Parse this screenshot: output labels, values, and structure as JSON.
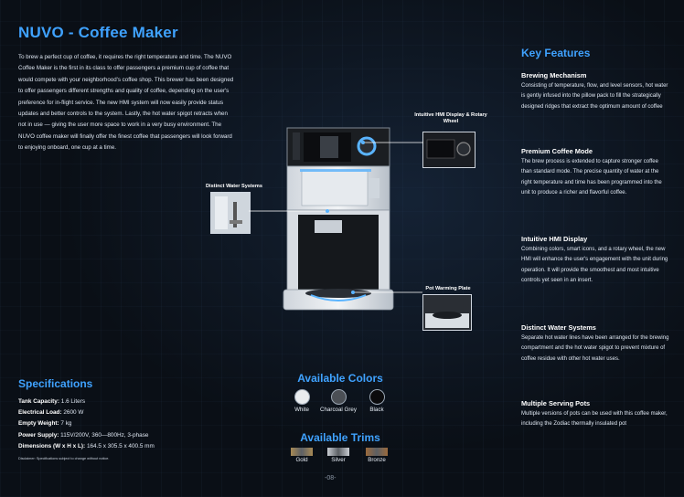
{
  "title": "NUVO - Coffee Maker",
  "intro": "To brew a perfect cup of coffee, it requires the right temperature and time. The NUVO Coffee Maker is the first in its class to offer passengers a premium cup of coffee that would compete with your neighborhood's coffee shop. This brewer has been designed to offer passengers different strengths and quality of coffee, depending on the user's preference for in-flight service. The new HMI system will now easily provide status updates and better controls to the system. Lastly, the hot water spigot retracts when not in use — giving the user more space to work in a very busy environment. The NUVO coffee maker will finally offer the finest coffee that passengers will look forward to enjoying onboard, one cup at a time.",
  "callouts": {
    "hmi": "Intuitive HMI Display & Rotary Wheel",
    "water": "Distinct Water Systems",
    "plate": "Pot Warming Plate"
  },
  "key_features": {
    "title": "Key Features",
    "items": [
      {
        "heading": "Brewing Mechanism",
        "text": "Consisting of temperature, flow, and level sensors, hot water is gently infused into the pillow pack to fill the strategically designed ridges that extract the optimum amount of coffee"
      },
      {
        "heading": "Premium Coffee Mode",
        "text": "The brew process is extended to capture stronger coffee than standard mode. The precise quantity of water at the right temperature and time has been programmed into the unit to produce a richer and flavorful coffee."
      },
      {
        "heading": "Intuitive HMI Display",
        "text": "Combining colors, smart icons, and a rotary wheel, the new HMI will enhance the user's engagement with the unit during operation. It will provide the smoothest and most intuitive controls yet seen in an insert."
      },
      {
        "heading": "Distinct Water Systems",
        "text": "Separate hot water lines have been arranged for the brewing compartment and the hot water spigot to prevent mixture of coffee residue with other hot water uses."
      },
      {
        "heading": "Multiple Serving Pots",
        "text": "Multiple versions of pots can be used with this coffee maker, including the Zodiac thermally insulated pot"
      }
    ]
  },
  "specifications": {
    "title": "Specifications",
    "rows": [
      {
        "label": "Tank Capacity:",
        "value": "1.6 Liters"
      },
      {
        "label": "Electrical Load:",
        "value": "2600 W"
      },
      {
        "label": "Empty Weight:",
        "value": "7 kg"
      },
      {
        "label": "Power Supply:",
        "value": "115V/200V, 360—800Hz, 3-phase"
      },
      {
        "label": "Dimensions (W x H x L):",
        "value": "164.5 x 305.5 x 400.5 mm"
      }
    ],
    "disclaimer": "Disclaimer: Specifications subject to change without notice."
  },
  "colors": {
    "title": "Available Colors",
    "items": [
      {
        "label": "White",
        "hex": "#e9ecef"
      },
      {
        "label": "Charcoal Grey",
        "hex": "#4b4f55"
      },
      {
        "label": "Black",
        "hex": "#0b0b0d"
      }
    ]
  },
  "trims": {
    "title": "Available Trims",
    "items": [
      {
        "label": "Gold",
        "hex": "#a88a55"
      },
      {
        "label": "Silver",
        "hex": "#c8ccd2"
      },
      {
        "label": "Bronze",
        "hex": "#9b6a3c"
      }
    ]
  },
  "page_number": "-08-",
  "accent_color": "#3fa2ff"
}
